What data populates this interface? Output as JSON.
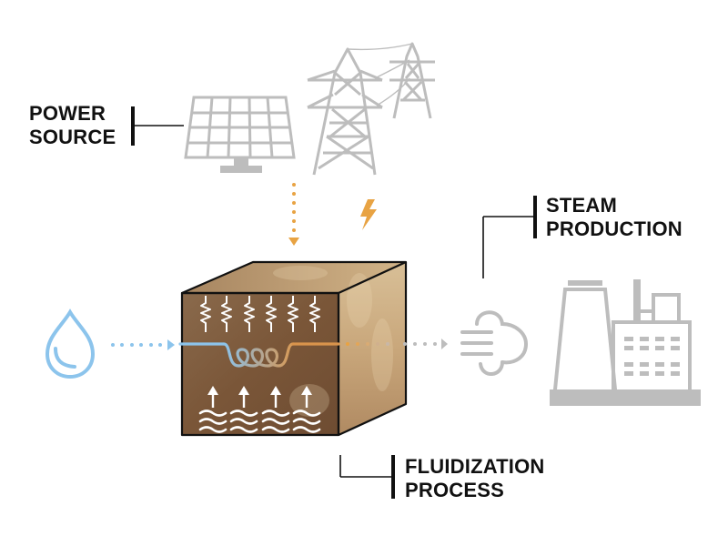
{
  "labels": {
    "power_source": [
      "POWER",
      "SOURCE"
    ],
    "steam_production": [
      "STEAM",
      "PRODUCTION"
    ],
    "fluidization_process": [
      "FLUIDIZATION",
      "PROCESS"
    ]
  },
  "icons": {
    "solar_panel": "solar-panel-icon",
    "transmission_towers": "transmission-tower-icon",
    "lightning": "lightning-bolt-icon",
    "water_drop": "water-drop-icon",
    "steam": "steam-cloud-icon",
    "factory": "power-plant-icon",
    "heat_resistors": "resistor-icon",
    "heat_exchanger_coil": "coil-icon",
    "air_flow": "up-arrow-icon",
    "fluidized_waves": "wave-icon"
  },
  "colors": {
    "icon_gray": "#bdbdbd",
    "accent_orange": "#e8a343",
    "water_blue": "#8cc4ec",
    "label_text": "#111111",
    "sand_dark": "#7a5a3f",
    "sand_light": "#c9a77b"
  }
}
